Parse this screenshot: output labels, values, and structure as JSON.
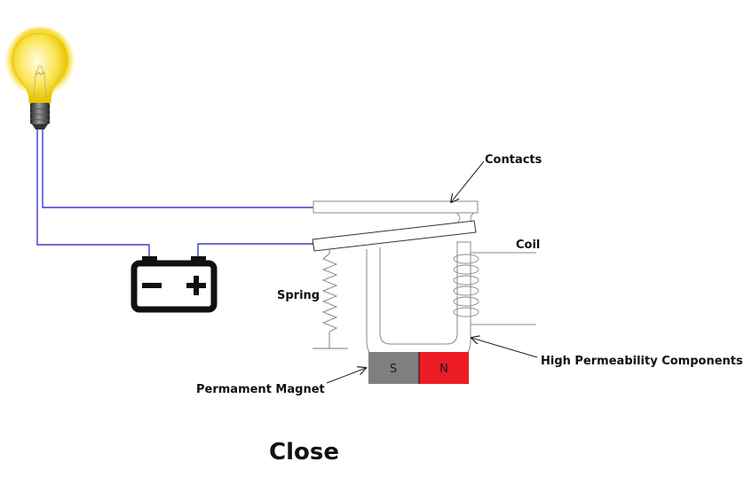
{
  "diagram": {
    "title": "Close",
    "labels": {
      "contacts": "Contacts",
      "coil": "Coil",
      "spring": "Spring",
      "high_permeability": "High Permeability Components",
      "permanent_magnet": "Permament Magnet"
    },
    "magnet": {
      "south_label": "S",
      "north_label": "N",
      "south_color": "#7f7f7f",
      "north_color": "#ed1c24"
    },
    "battery": {
      "negative_symbol": "−",
      "positive_symbol": "+"
    },
    "state": "closed",
    "colors": {
      "wire": "#3b3bcf",
      "bulb_glow": "#ffe34d",
      "outline": "#8a8a8a"
    }
  }
}
